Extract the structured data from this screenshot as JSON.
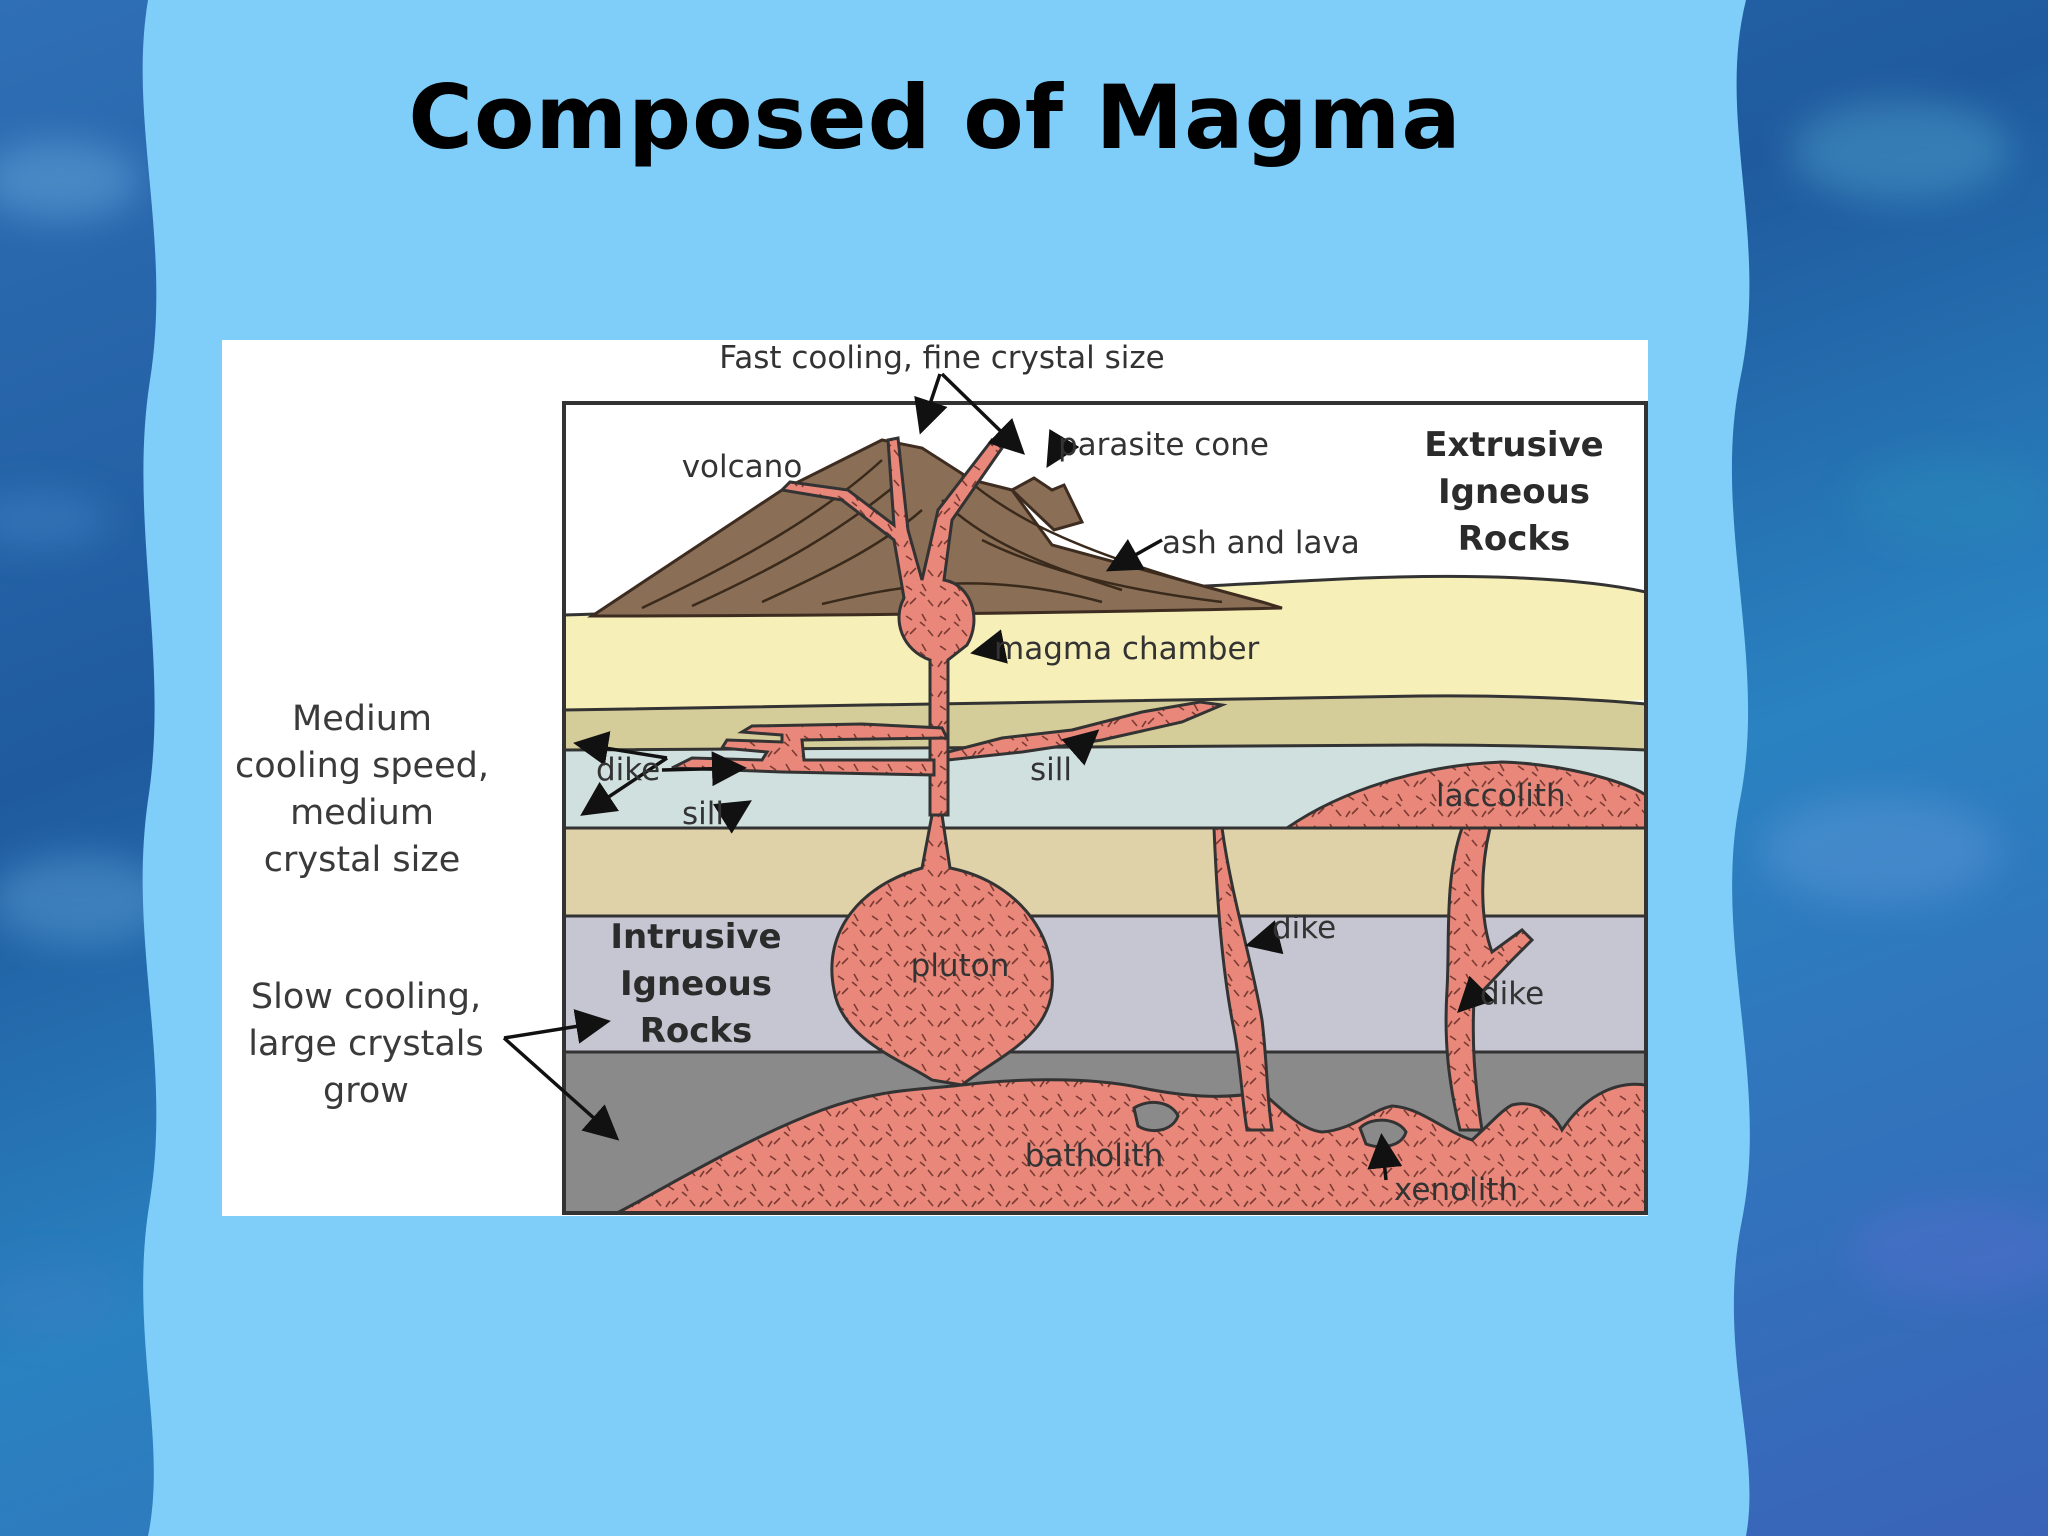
{
  "slide": {
    "title": "Composed of Magma"
  },
  "diagram": {
    "top_label": "Fast cooling, fine crystal size",
    "volcano": "volcano",
    "parasite_cone": "parasite cone",
    "ash_and_lava": "ash and lava",
    "extrusive": [
      "Extrusive",
      "Igneous",
      "Rocks"
    ],
    "magma_chamber": "magma chamber",
    "medium_note": [
      "Medium",
      "cooling speed,",
      "medium",
      "crystal size"
    ],
    "dike_left": "dike",
    "sill_left": "sill",
    "sill_center": "sill",
    "laccolith": "laccolith",
    "intrusive": [
      "Intrusive",
      "Igneous",
      "Rocks"
    ],
    "pluton": "pluton",
    "dike_center": "dike",
    "dike_right": "dike",
    "slow_note": [
      "Slow cooling,",
      "large crystals",
      "grow"
    ],
    "batholith": "batholith",
    "xenolith": "xenolith"
  },
  "colors": {
    "panel": "#7fcdf9",
    "magma": "#e9877a",
    "volcano": "#8a6e56",
    "layer_cream": "#f6efb8",
    "layer_khaki": "#d4cd9a",
    "layer_pale_blue": "#cfe0de",
    "layer_tan": "#dfd2a9",
    "layer_lavender": "#c6c6d2",
    "layer_dark_gray": "#8a8a8a"
  }
}
